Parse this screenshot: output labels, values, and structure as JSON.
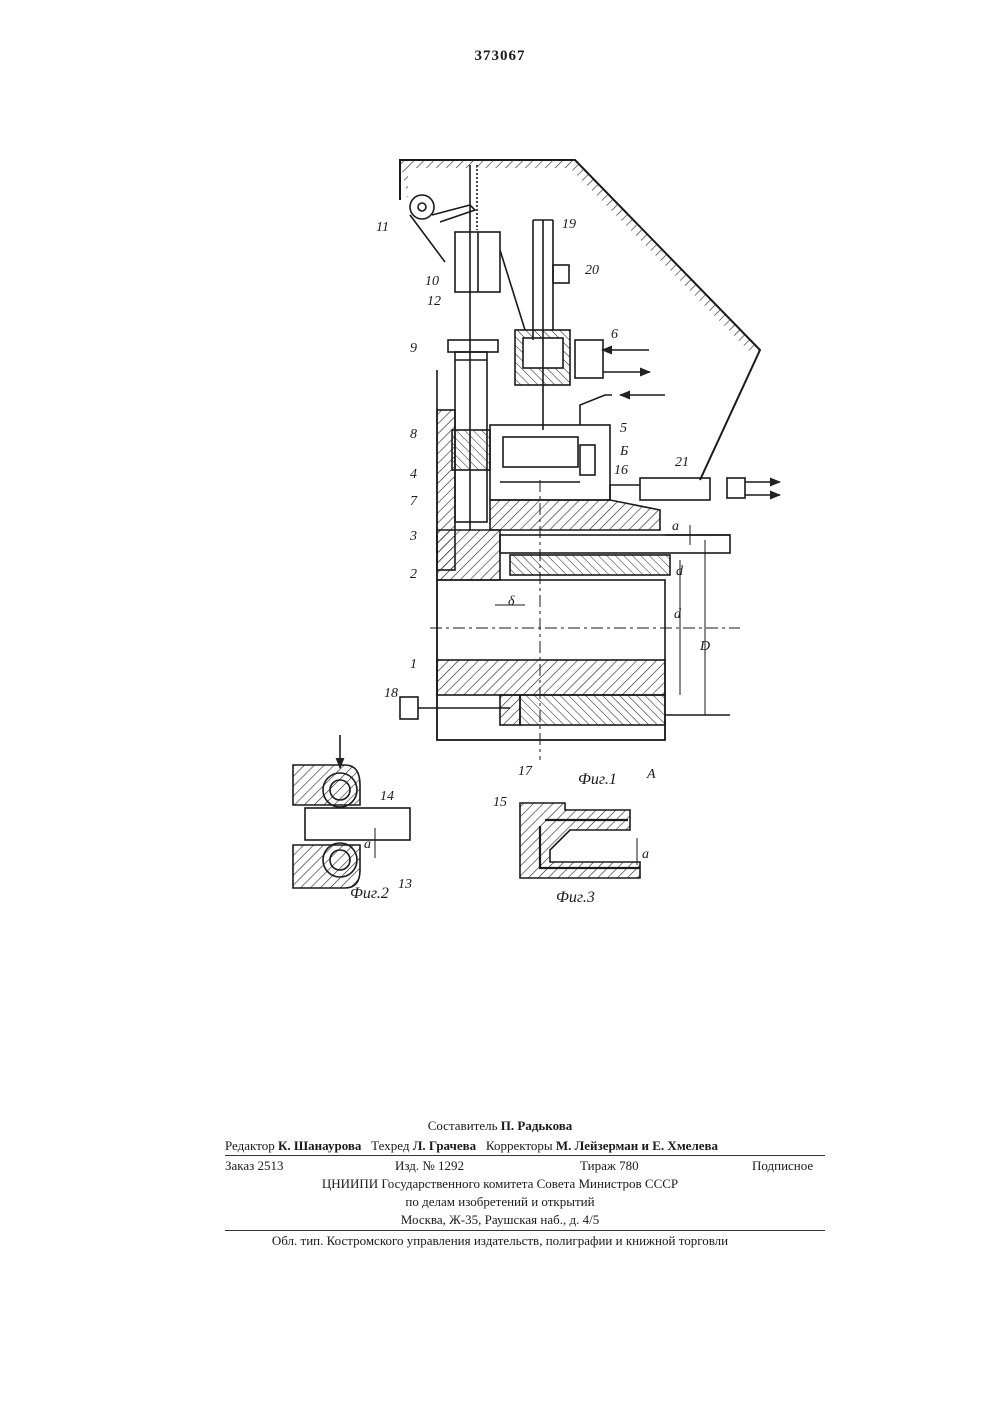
{
  "document": {
    "patent_number": "373067"
  },
  "figures": {
    "fig1": "Фиг.1",
    "fig2": "Фиг.2",
    "fig3": "Фиг.3"
  },
  "labels": {
    "n1": "1",
    "n2": "2",
    "n3": "3",
    "n4": "4",
    "n5": "5",
    "n6": "6",
    "n7": "7",
    "n8": "8",
    "n9": "9",
    "n10": "10",
    "n11": "11",
    "n12": "12",
    "n13": "13",
    "n14": "14",
    "n15": "15",
    "n16": "16",
    "n17": "17",
    "n18": "18",
    "n19": "19",
    "n20": "20",
    "n21": "21",
    "A": "А",
    "B": "Б",
    "delta": "δ",
    "d": "d",
    "D": "D",
    "a": "a"
  },
  "imprint": {
    "compiler_label": "Составитель",
    "compiler_name": "П. Радькова",
    "editor_label": "Редактор",
    "editor_name": "К. Шанаурова",
    "techred_label": "Техред",
    "techred_name": "Л. Грачева",
    "correctors_label": "Корректоры",
    "correctors_names": "М. Лейзерман и Е. Хмелева",
    "order": "Заказ 2513",
    "edition": "Изд. № 1292",
    "circulation": "Тираж 780",
    "subscription": "Подписное",
    "institute": "ЦНИИПИ Государственного комитета Совета Министров СССР",
    "department": "по делам изобретений и открытий",
    "address": "Москва, Ж-35, Раушская наб., д. 4/5",
    "printer": "Обл. тип. Костромского управления издательств, полиграфии и книжной торговли"
  }
}
